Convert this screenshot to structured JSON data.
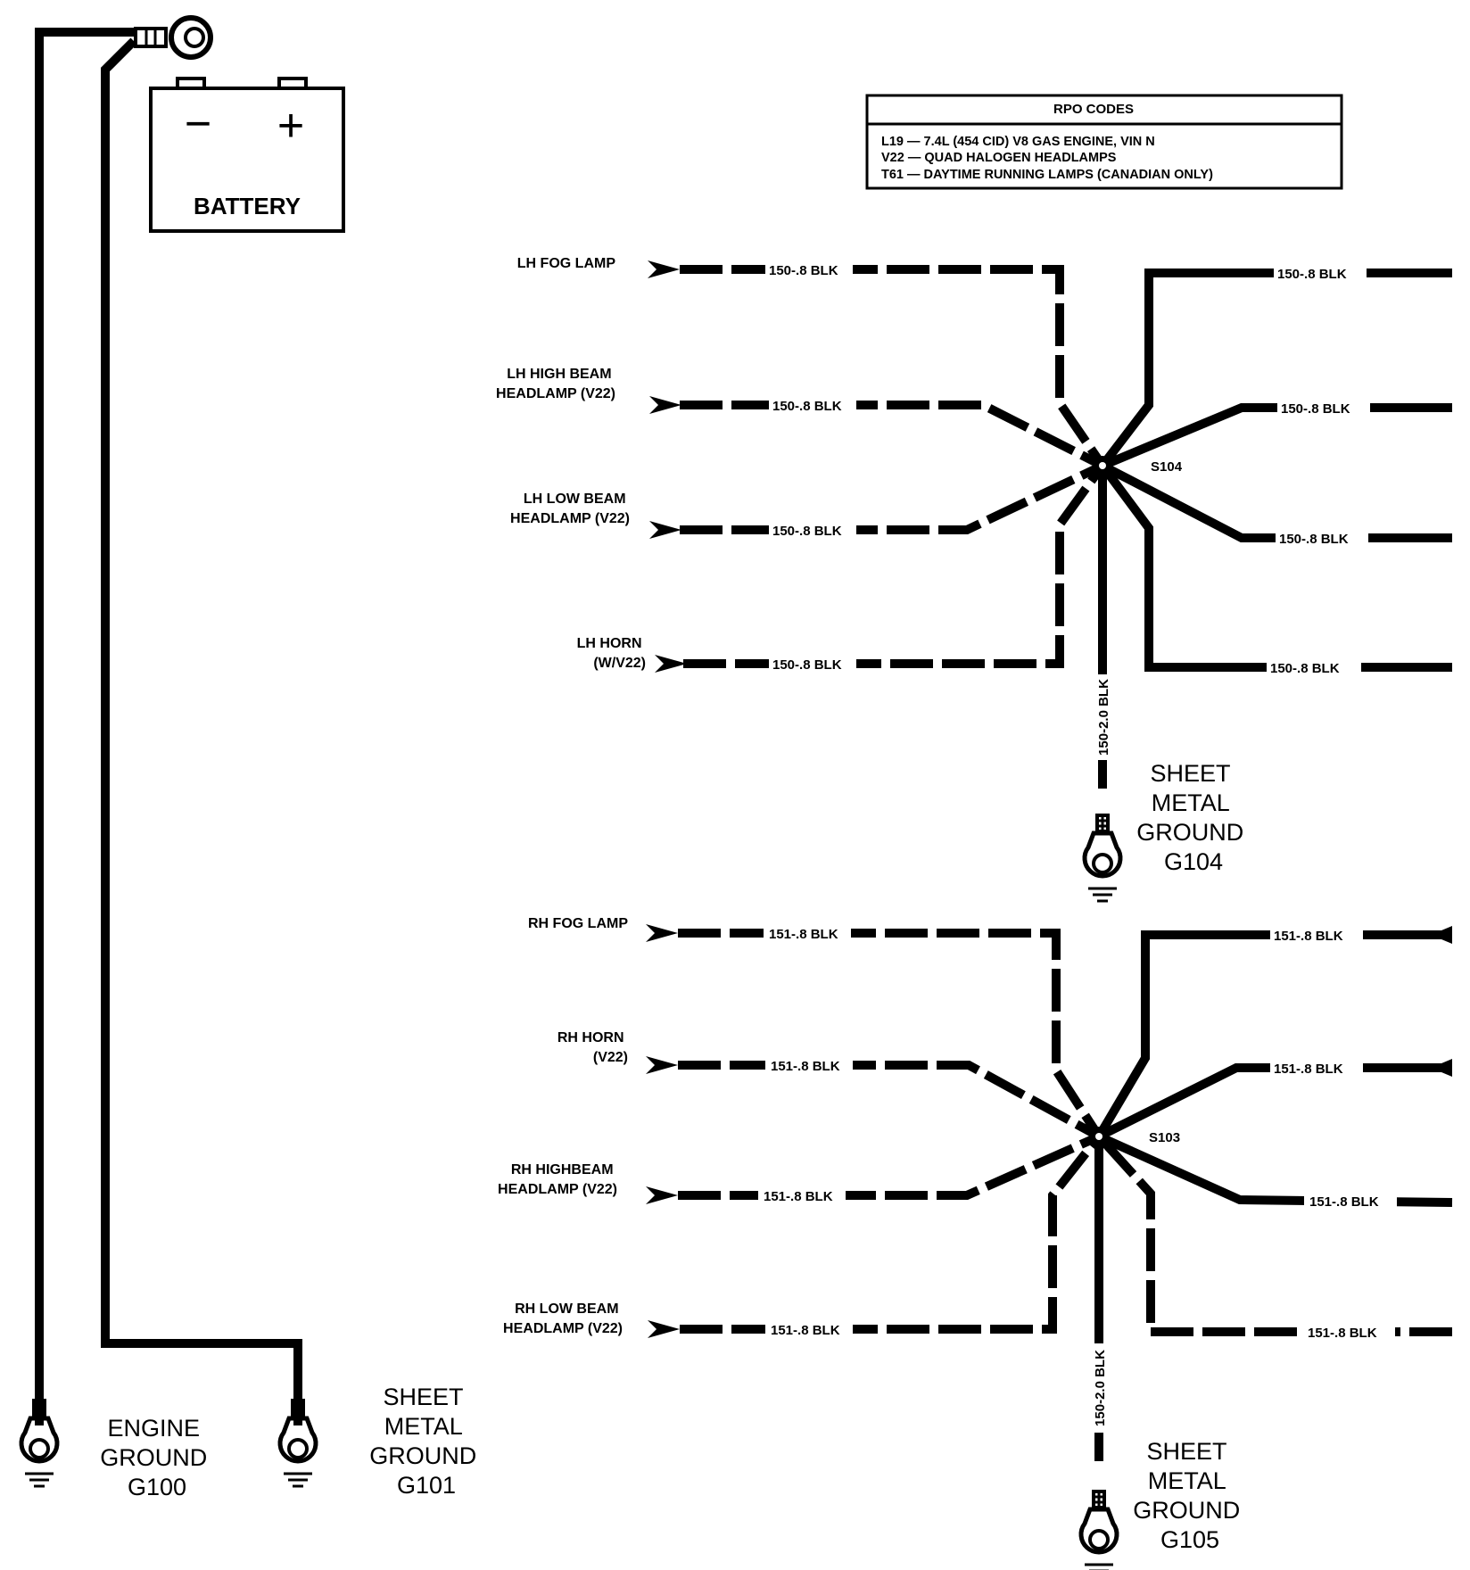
{
  "battery": {
    "label": "BATTERY",
    "minus": "−",
    "plus": "+"
  },
  "rpo": {
    "title": "RPO CODES",
    "lines": [
      "L19 — 7.4L (454 CID) V8 GAS ENGINE, VIN N",
      "V22 — QUAD HALOGEN HEADLAMPS",
      "T61 — DAYTIME RUNNING LAMPS (CANADIAN ONLY)"
    ]
  },
  "grounds": {
    "g100": {
      "lines": [
        "ENGINE",
        "GROUND",
        "G100"
      ]
    },
    "g101": {
      "lines": [
        "SHEET",
        "METAL",
        "GROUND",
        "G101"
      ]
    },
    "g104": {
      "lines": [
        "SHEET",
        "METAL",
        "GROUND",
        "G104"
      ]
    },
    "g105": {
      "lines": [
        "SHEET",
        "METAL",
        "GROUND",
        "G105"
      ]
    }
  },
  "splices": {
    "s104": {
      "name": "S104",
      "ground_wire": "150-2.0 BLK",
      "left": [
        {
          "lines": [
            "LH FOG LAMP"
          ],
          "wire": "150-.8 BLK"
        },
        {
          "lines": [
            "LH HIGH BEAM",
            "HEADLAMP (V22)"
          ],
          "wire": "150-.8 BLK"
        },
        {
          "lines": [
            "LH LOW BEAM",
            "HEADLAMP (V22)"
          ],
          "wire": "150-.8 BLK"
        },
        {
          "lines": [
            "LH HORN",
            "(W/V22)"
          ],
          "wire": "150-.8 BLK"
        }
      ],
      "right": [
        {
          "wire": "150-.8 BLK"
        },
        {
          "wire": "150-.8 BLK"
        },
        {
          "wire": "150-.8 BLK"
        },
        {
          "wire": "150-.8 BLK"
        }
      ]
    },
    "s103": {
      "name": "S103",
      "ground_wire": "150-2.0 BLK",
      "left": [
        {
          "lines": [
            "RH FOG LAMP"
          ],
          "wire": "151-.8 BLK"
        },
        {
          "lines": [
            "RH HORN",
            "(V22)"
          ],
          "wire": "151-.8 BLK"
        },
        {
          "lines": [
            "RH HIGHBEAM",
            "HEADLAMP (V22)"
          ],
          "wire": "151-.8 BLK"
        },
        {
          "lines": [
            "RH LOW BEAM",
            "HEADLAMP (V22)"
          ],
          "wire": "151-.8 BLK"
        }
      ],
      "right": [
        {
          "wire": "151-.8 BLK"
        },
        {
          "wire": "151-.8 BLK"
        },
        {
          "wire": "151-.8 BLK"
        },
        {
          "wire": "151-.8 BLK"
        }
      ]
    }
  }
}
